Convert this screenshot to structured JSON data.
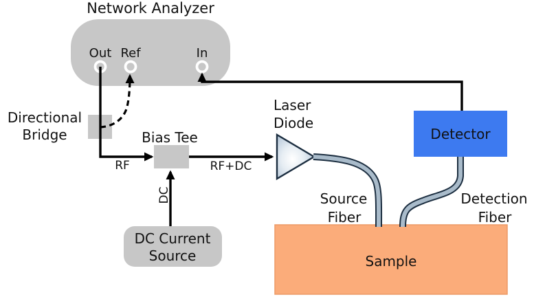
{
  "network_analyzer": {
    "label": "Network Analyzer",
    "ports": {
      "out": "Out",
      "ref": "Ref",
      "in": "In"
    }
  },
  "components": {
    "directional_bridge": {
      "line1": "Directional",
      "line2": "Bridge"
    },
    "bias_tee": {
      "label": "Bias Tee"
    },
    "dc_current_source": {
      "line1": "DC Current",
      "line2": "Source"
    },
    "laser_diode": {
      "line1": "Laser",
      "line2": "Diode"
    },
    "detector": {
      "label": "Detector"
    },
    "sample": {
      "label": "Sample"
    }
  },
  "signal_labels": {
    "rf": "RF",
    "rf_plus_dc": "RF+DC",
    "dc": "DC"
  },
  "fiber_labels": {
    "source": {
      "line1": "Source",
      "line2": "Fiber"
    },
    "detection": {
      "line1": "Detection",
      "line2": "Fiber"
    }
  },
  "colors": {
    "instrument_gray": "#c7c7c7",
    "detector_blue": "#3d7af0",
    "sample_orange": "#fbac7a",
    "sample_border": "#ec9a66",
    "fiber_core": "#a9bbca",
    "fiber_outline": "#1c2e40",
    "wire_black": "#000000"
  }
}
